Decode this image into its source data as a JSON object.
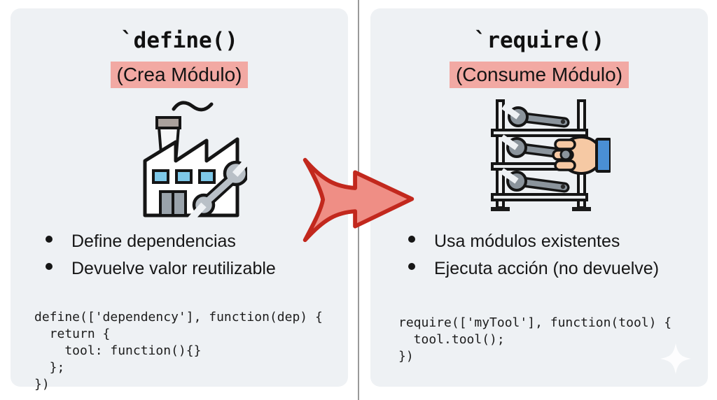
{
  "page": {
    "background": "#ffffff"
  },
  "colors": {
    "panel_bg": "#eef1f4",
    "highlight_pink": "#f2a9a3",
    "arrow_fill": "#ef8e85",
    "arrow_stroke": "#c2281d",
    "divider_gray": "#9a9a9a",
    "window_blue": "#7ec8e8",
    "sleeve_blue": "#4a8fd4",
    "skin_tone": "#f6c9a4",
    "metal_gray": "#8b949c"
  },
  "left_panel": {
    "title": "`define()",
    "subtitle": "(Crea Módulo)",
    "icon": "factory-icon",
    "bullets": [
      "Define dependencias",
      "Devuelve valor reutilizable"
    ],
    "code": "define(['dependency'], function(dep) {\n  return {\n    tool: function(){}\n  };\n})"
  },
  "right_panel": {
    "title": "`require()",
    "subtitle": "(Consume Módulo)",
    "icon": "tool-shelf-icon",
    "bullets": [
      "Usa módulos existentes",
      "Ejecuta acción (no devuelve)"
    ],
    "code": "require(['myTool'], function(tool) {\n  tool.tool();\n})"
  },
  "arrow": {
    "icon": "right-arrow-icon"
  },
  "watermark": {
    "icon": "sparkle-icon"
  }
}
